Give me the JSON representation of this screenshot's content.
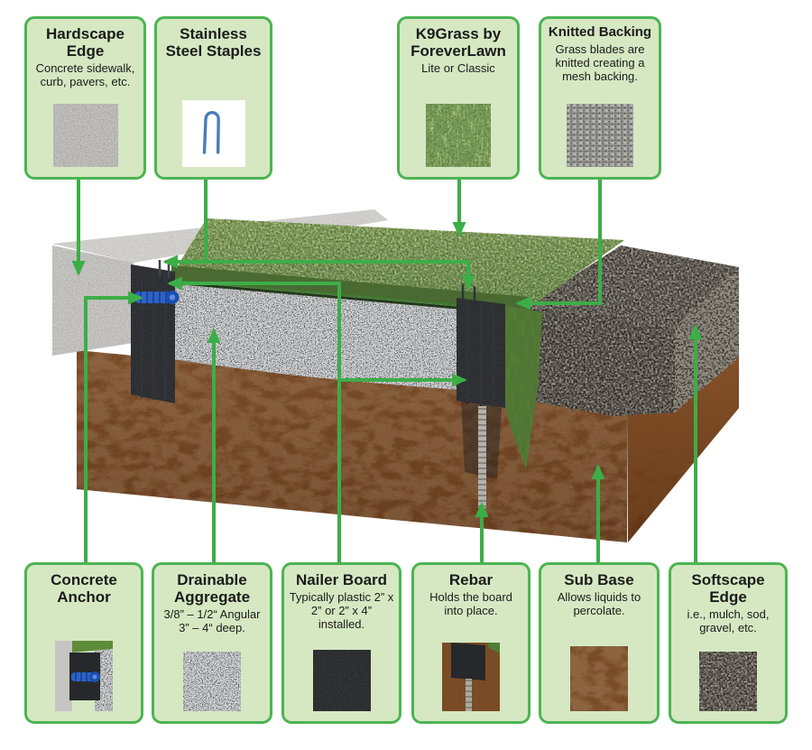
{
  "colors": {
    "accent_green": "#3cae47",
    "box_border_green": "#4db453",
    "box_fill_green": "#d5e8c2",
    "text": "#1b1b1b",
    "grass_green": "#6d973d",
    "aggregate_gray": "#bcc0c4",
    "soil_brown": "#7b4a27",
    "mulch_brown": "#4a423b",
    "board_black": "#26282b",
    "anchor_blue": "#2d62c9",
    "concrete_gray": "#c6c5c1"
  },
  "callouts": {
    "hardscape": {
      "title": "Hardscape Edge",
      "description": "Concrete sidewalk, curb, pavers, etc.",
      "thumbnail": "concrete-texture-photo"
    },
    "staples": {
      "title": "Stainless Steel Staples",
      "description": "",
      "thumbnail": "steel-staple-photo"
    },
    "k9grass": {
      "title": "K9Grass by ForeverLawn",
      "description": "Lite or Classic",
      "thumbnail": "synthetic-grass-photo"
    },
    "knitted": {
      "title": "Knitted Backing",
      "description": "Grass blades are knitted creating a mesh backing.",
      "thumbnail": "mesh-backing-photo"
    },
    "anchor": {
      "title": "Concrete Anchor",
      "description": "",
      "thumbnail": "blue-anchor-in-board-photo"
    },
    "aggregate": {
      "title": "Drainable Aggregate",
      "description": "3/8” – 1/2“ Angular 3” – 4“ deep.",
      "thumbnail": "gravel-texture-photo"
    },
    "nailer": {
      "title": "Nailer Board",
      "description": "Typically plastic 2” x 2” or 2” x 4” installed.",
      "thumbnail": "black-board-texture-photo"
    },
    "rebar": {
      "title": "Rebar",
      "description": "Holds the board into place.",
      "thumbnail": "rebar-rod-photo"
    },
    "subbase": {
      "title": "Sub Base",
      "description": "Allows liquids to percolate.",
      "thumbnail": "soil-texture-photo"
    },
    "softscape": {
      "title": "Softscape Edge",
      "description": "i.e., mulch, sod, gravel, etc.",
      "thumbnail": "mulch-texture-photo"
    }
  }
}
